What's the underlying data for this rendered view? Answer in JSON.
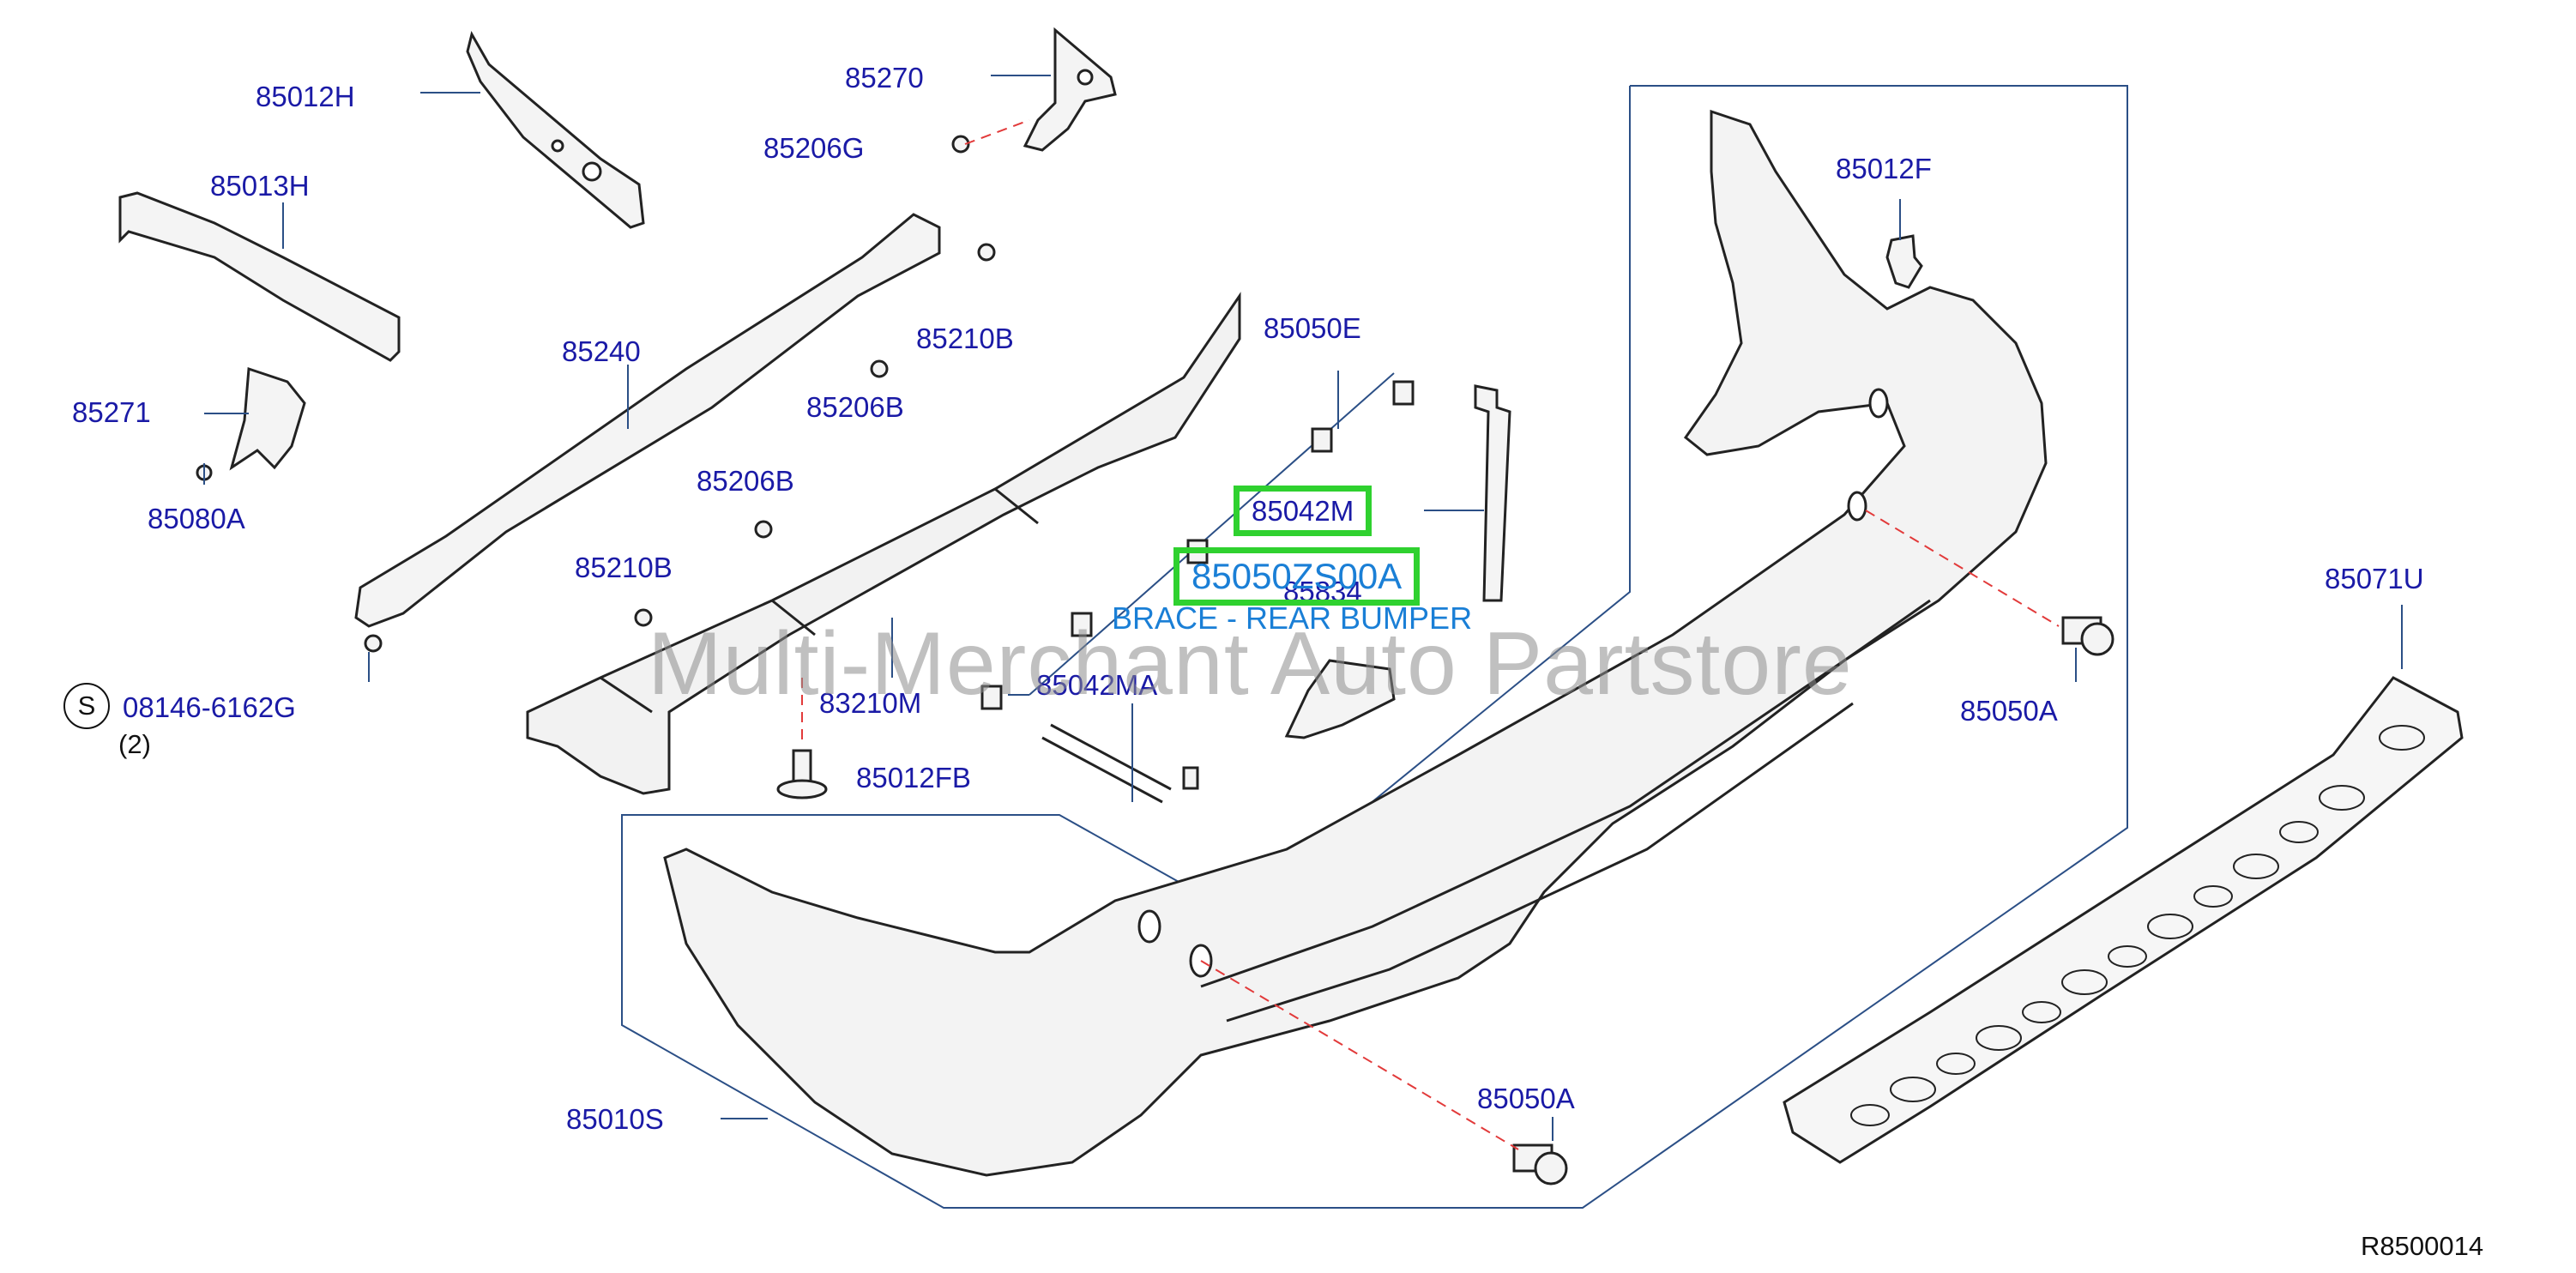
{
  "labels": {
    "p85012H": "85012H",
    "p85270": "85270",
    "p85206G": "85206G",
    "p85013H": "85013H",
    "p85240": "85240",
    "p85271": "85271",
    "p85080A": "85080A",
    "p85210B_a": "85210B",
    "p85206B_a": "85206B",
    "p85206B_b": "85206B",
    "p85210B_b": "85210B",
    "p85050E": "85050E",
    "p85012F": "85012F",
    "p85042M": "85042M",
    "p85050ZS00A": "85050ZS00A",
    "p85834": "85834",
    "p83210M": "83210M",
    "p85042MA": "85042MA",
    "p85012FB": "85012FB",
    "p85050A_a": "85050A",
    "p85071U": "85071U",
    "p85010S": "85010S",
    "p85050A_b": "85050A",
    "p08146": "08146-6162G"
  },
  "bolt_symbol": "S",
  "bolt_qty": "(2)",
  "part_description": "BRACE - REAR BUMPER",
  "watermark": "Multi-Merchant Auto Partstore",
  "diagram_ref": "R8500014",
  "colors": {
    "label": "#1a1aa6",
    "highlight": "#2fd12f",
    "description": "#1a7fd6",
    "leader": "#2b4f86",
    "dashed": "#e23a3a",
    "part_fill": "#f4f4f4",
    "part_stroke": "#222222"
  }
}
